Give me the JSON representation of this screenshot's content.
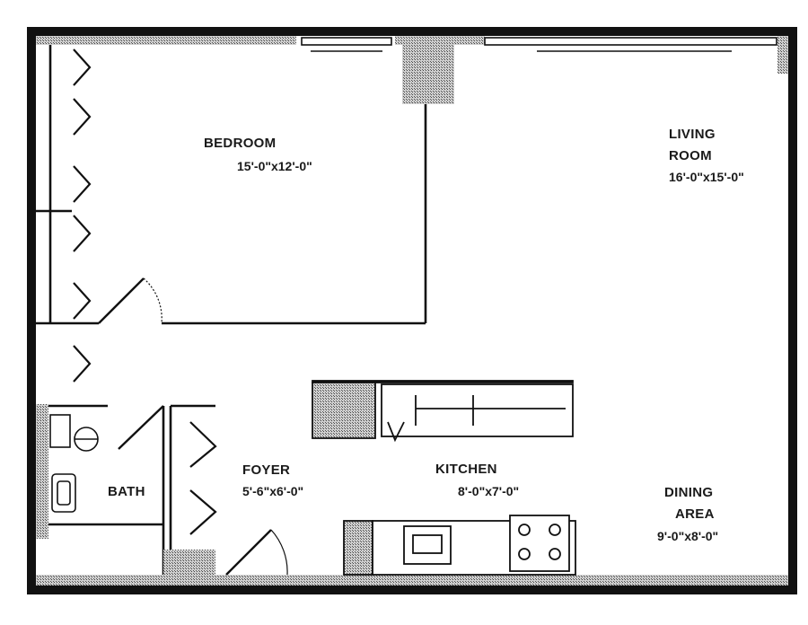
{
  "rooms": {
    "bedroom": {
      "name": "BEDROOM",
      "dims": "15'-0\"x12'-0\""
    },
    "living": {
      "name_line1": "LIVING",
      "name_line2": "ROOM",
      "dims": "16'-0\"x15'-0\""
    },
    "foyer": {
      "name": "FOYER",
      "dims": "5'-6\"x6'-0\""
    },
    "kitchen": {
      "name": "KITCHEN",
      "dims": "8'-0\"x7'-0\""
    },
    "bath": {
      "name": "BATH"
    },
    "dining": {
      "name_line1": "DINING",
      "name_line2": "AREA",
      "dims": "9'-0\"x8'-0\""
    }
  },
  "colors": {
    "wall": "#111111",
    "hatch": "#8a8a8a",
    "paper": "#ffffff"
  }
}
